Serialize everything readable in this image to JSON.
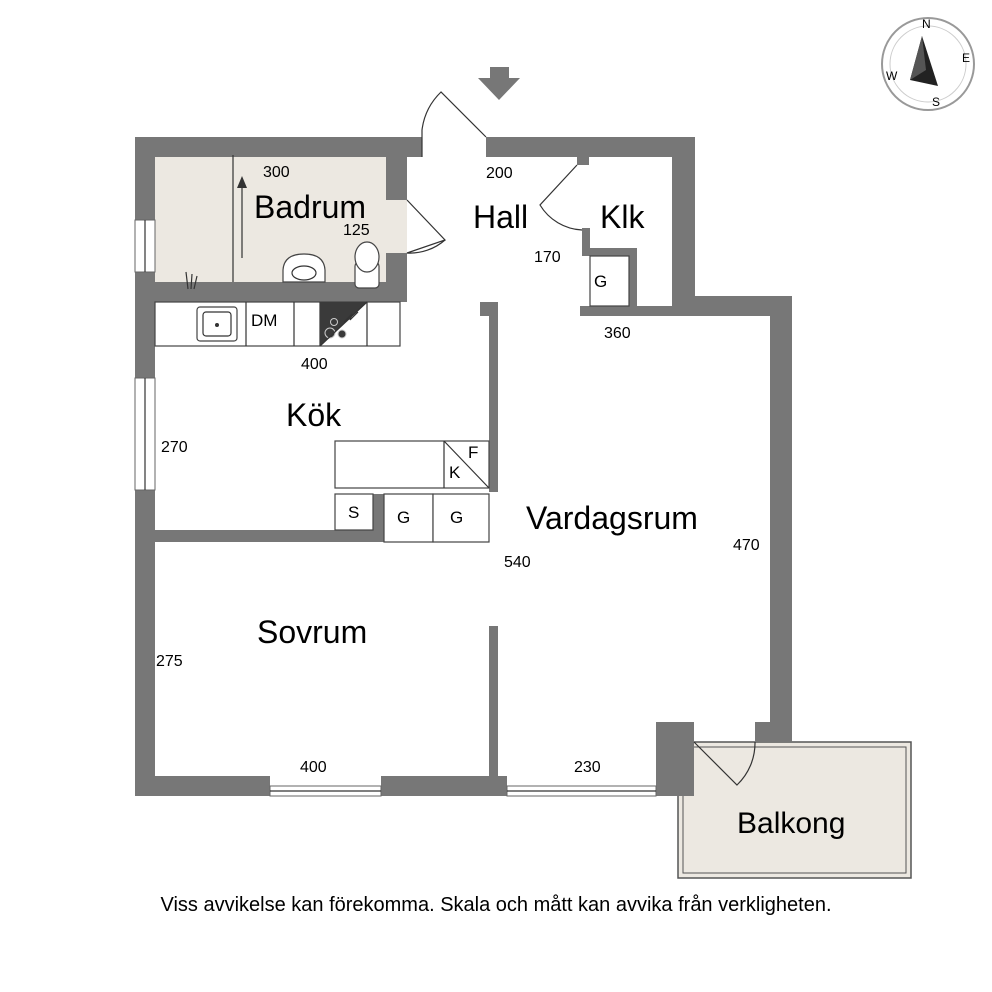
{
  "rooms": {
    "badrum": "Badrum",
    "hall": "Hall",
    "klk": "Klk",
    "kok": "Kök",
    "vardagsrum": "Vardagsrum",
    "sovrum": "Sovrum",
    "balkong": "Balkong"
  },
  "dimensions": {
    "badrum_w": "300",
    "badrum_d": "125",
    "hall_w": "200",
    "hall_d": "170",
    "klk_w": "360",
    "kok_w": "400",
    "kok_d": "270",
    "vardag_w": "540",
    "vardag_d": "470",
    "sovrum_d": "275",
    "sovrum_w": "400",
    "balkong_w": "230"
  },
  "fixtures": {
    "dishwasher": "DM",
    "fridge": "F",
    "freezer": "K",
    "wardrobe_s": "S",
    "wardrobe_g1": "G",
    "wardrobe_g2": "G",
    "wardrobe_g3": "G"
  },
  "compass": {
    "n": "N",
    "e": "E",
    "s": "S",
    "w": "W"
  },
  "disclaimer": "Viss avvikelse kan förekomma. Skala och mått kan avvika från verkligheten.",
  "colors": {
    "wall": "#777777",
    "wet_room": "#ece8e1"
  }
}
